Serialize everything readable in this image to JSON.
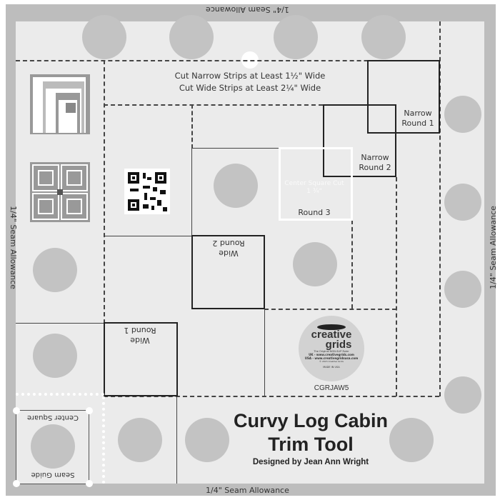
{
  "seam_labels": {
    "top": "1/4\" Seam Allowance",
    "bottom": "1/4\" Seam Allowance",
    "left": "1/4\" Seam Allowance",
    "right": "1/4\" Seam Allowance"
  },
  "instructions": {
    "line1": "Cut Narrow Strips at Least 1½\" Wide",
    "line2": "Cut Wide Strips at Least 2¼\" Wide"
  },
  "boxes": {
    "narrow_round_1": "Narrow Round 1",
    "narrow_round_2": "Narrow Round 2",
    "center_square": "Center Square Cut 1 ¾\"",
    "round_3": "Round 3",
    "wide_round_2": "Wide Round 2",
    "wide_round_1": "Wide Round 1"
  },
  "seam_guide": {
    "top": "Center Square",
    "bottom": "Seam Guide"
  },
  "logo": {
    "brand_top": "creative",
    "brand_bottom": "grids",
    "tagline": "The Original NON-SLIP Ruler",
    "uk": "UK - www.creativegrids.com",
    "usa": "USA - www.creativegridsusa.com",
    "copyright": "© 2015 Creative Grids",
    "made_in": "MADE IN USA"
  },
  "product_code": "CGRJAW5",
  "title": {
    "line1": "Curvy Log Cabin",
    "line2": "Trim Tool",
    "designer": "Designed by Jean Ann Wright"
  },
  "colors": {
    "border": "#bdbdbd",
    "panel": "#ebebeb",
    "circle": "#c3c3c3",
    "line": "#222222"
  }
}
